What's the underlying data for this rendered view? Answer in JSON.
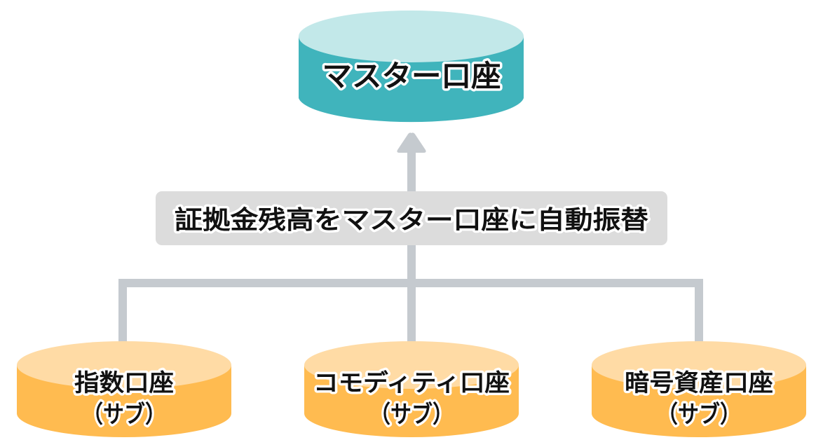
{
  "diagram": {
    "colors": {
      "master_top": "#C2E8E9",
      "master_body": "#40B4BC",
      "sub_top": "#FFDBA5",
      "sub_body": "#FFBB50",
      "connector": "#C5CACF",
      "label_box": "#DCDCDC"
    },
    "master": {
      "label": "マスター口座"
    },
    "transfer_label": "証拠金残高をマスター口座に自動振替",
    "arrow_direction": "up",
    "subs": [
      {
        "line1": "指数口座",
        "line2": "（サブ）"
      },
      {
        "line1": "コモディティ口座",
        "line2": "（サブ）"
      },
      {
        "line1": "暗号資産口座",
        "line2": "（サブ）"
      }
    ]
  }
}
